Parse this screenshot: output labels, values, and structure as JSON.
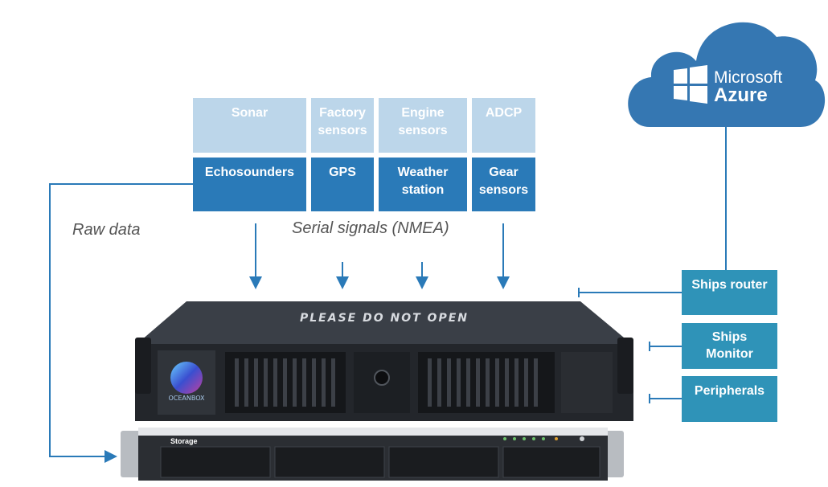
{
  "sensors_top": [
    "Sonar",
    "Factory sensors",
    "Engine sensors",
    "ADCP"
  ],
  "sensors_bottom": [
    "Echosounders",
    "GPS",
    "Weather station",
    "Gear sensors"
  ],
  "notes": {
    "raw_data": "Raw data",
    "serial_signals": "Serial signals (NMEA)"
  },
  "side_boxes": [
    "Ships router",
    "Ships Monitor",
    "Peripherals"
  ],
  "cloud": {
    "line1": "Microsoft",
    "line2": "Azure"
  },
  "server": {
    "lid_text": "PLEASE DO NOT OPEN",
    "logo_text": "OCEANBOX"
  },
  "storage": {
    "label": "Storage"
  },
  "colors": {
    "light_cell": "#bcd6ea",
    "dark_cell": "#2a7ab8",
    "side_box": "#2f93b8",
    "cloud": "#3577b2",
    "arrow": "#2a7ab8"
  }
}
